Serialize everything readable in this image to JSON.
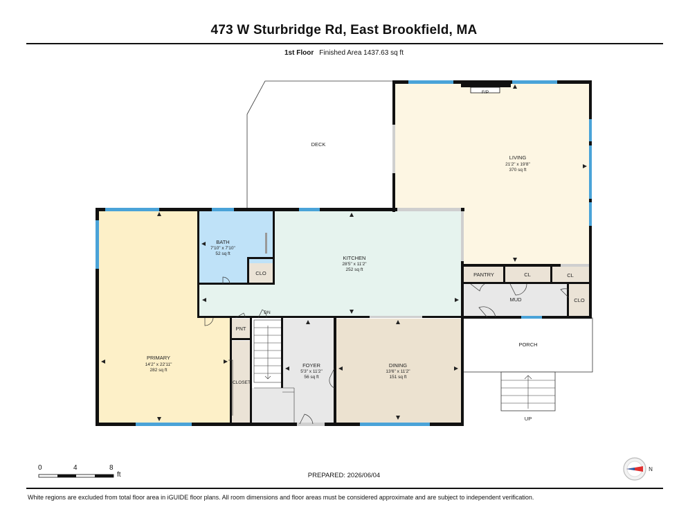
{
  "header": {
    "title": "473 W Sturbridge Rd, East Brookfield, MA",
    "floor": "1st Floor",
    "finished_area": "Finished Area 1437.63 sq ft"
  },
  "rooms": {
    "deck": {
      "name": "DECK"
    },
    "living": {
      "name": "LIVING",
      "dims": "21'2\" x 19'8\"",
      "area": "370 sq ft"
    },
    "fireplace": {
      "name": "F/P"
    },
    "primary": {
      "name": "PRIMARY",
      "dims": "14'2\" x 22'11\"",
      "area": "282 sq ft"
    },
    "bath": {
      "name": "BATH",
      "dims": "7'10\" x 7'10\"",
      "area": "52 sq ft"
    },
    "kitchen": {
      "name": "KITCHEN",
      "dims": "28'5\" x 11'2\"",
      "area": "252 sq ft"
    },
    "pantry": {
      "name": "PANTRY"
    },
    "cl1": {
      "name": "CL"
    },
    "cl2": {
      "name": "CL"
    },
    "mud": {
      "name": "MUD"
    },
    "clo_mud": {
      "name": "CLO"
    },
    "clo_bath": {
      "name": "CLO"
    },
    "porch": {
      "name": "PORCH"
    },
    "up": {
      "name": "UP"
    },
    "dn": {
      "name": "DN"
    },
    "pnt": {
      "name": "PNT"
    },
    "closet": {
      "name": "CLOSET"
    },
    "foyer": {
      "name": "FOYER",
      "dims": "5'3\" x 11'2\"",
      "area": "56 sq ft"
    },
    "dining": {
      "name": "DINING",
      "dims": "13'6\" x 11'2\"",
      "area": "151 sq ft"
    }
  },
  "scale": {
    "tick0": "0",
    "tick1": "4",
    "tick2": "8",
    "unit": "ft"
  },
  "compass": {
    "label": "N"
  },
  "prepared": "PREPARED: 2026/06/04",
  "footer": "White regions are excluded from total floor area in iGUIDE floor plans. All room dimensions and floor areas must be considered approximate and are subject to independent verification.",
  "colors": {
    "living": "#fdf6e3",
    "primary": "#fdf0c8",
    "bath": "#bfe2f8",
    "kitchen": "#e6f3ee",
    "dining": "#ece2d0",
    "service": "#ebe3d6",
    "foyer": "#e8e8e8",
    "window": "#4aa3d8",
    "wall": "#111111"
  }
}
